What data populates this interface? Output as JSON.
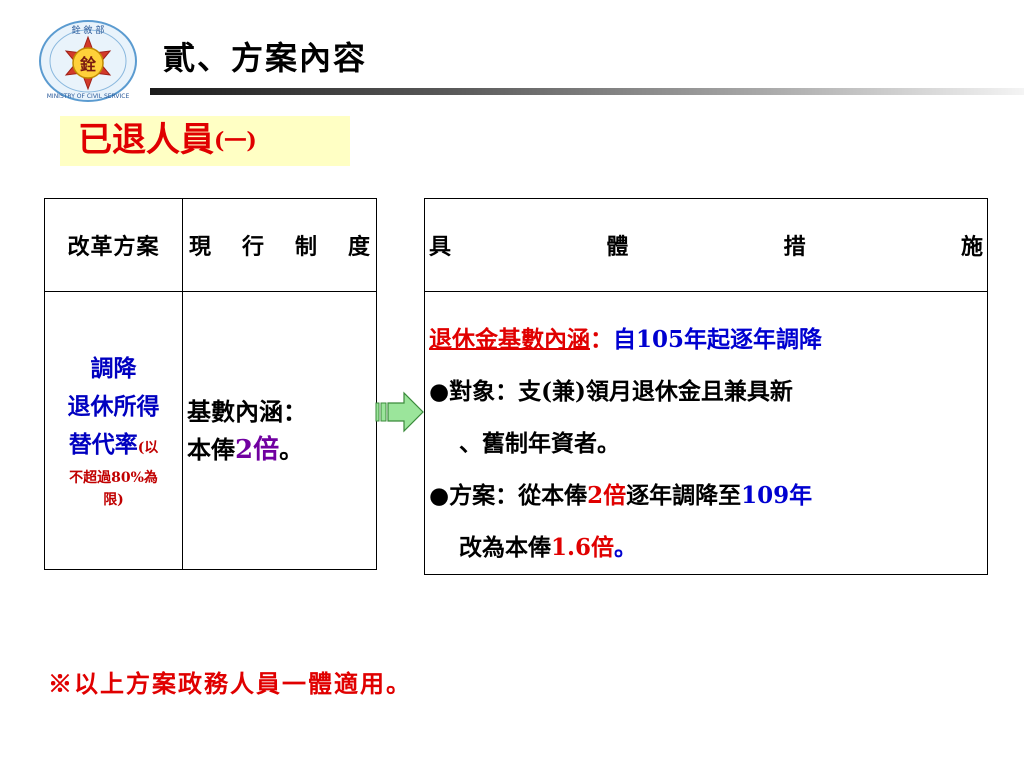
{
  "header": {
    "title": "貳、方案內容",
    "logo_text_top": "銓 敘 部",
    "logo_char": "銓",
    "logo_text_bottom": "MINISTRY OF CIVIL SERVICE"
  },
  "subtitle": {
    "main": "已退人員",
    "paren": "(一)"
  },
  "left_table": {
    "headers": [
      "改革方案",
      "現 行 制 度"
    ],
    "reform": {
      "line1": "調降",
      "line2": "退休所得",
      "line3": "替代率",
      "small1": "(以",
      "small2": "不超過80%為",
      "small3": "限)"
    },
    "current": {
      "line1": "基數內涵：",
      "line2_pre": "本俸",
      "line2_num": "2倍",
      "line2_post": "。"
    }
  },
  "right_table": {
    "header": "具 體 措 施",
    "line1_red": "退休金基數內涵",
    "line1_colon": "：",
    "line1_blue": "自105年起逐年調降",
    "bullet1": "●對象：支(兼)領月退休金且兼具新",
    "bullet1_cont": "、舊制年資者。",
    "bullet2_pre": "●方案：從本俸",
    "bullet2_red1": "2倍",
    "bullet2_mid": "逐年調降至",
    "bullet2_blue": "109年",
    "bullet2_cont_pre": "改為本俸",
    "bullet2_red2": "1.6倍",
    "bullet2_end": "。"
  },
  "note": "※以上方案政務人員一體適用。",
  "colors": {
    "red": "#e00000",
    "blue": "#0000d0",
    "purple": "#7000a0",
    "highlight": "#ffffc4",
    "arrow": "#9be59b"
  }
}
